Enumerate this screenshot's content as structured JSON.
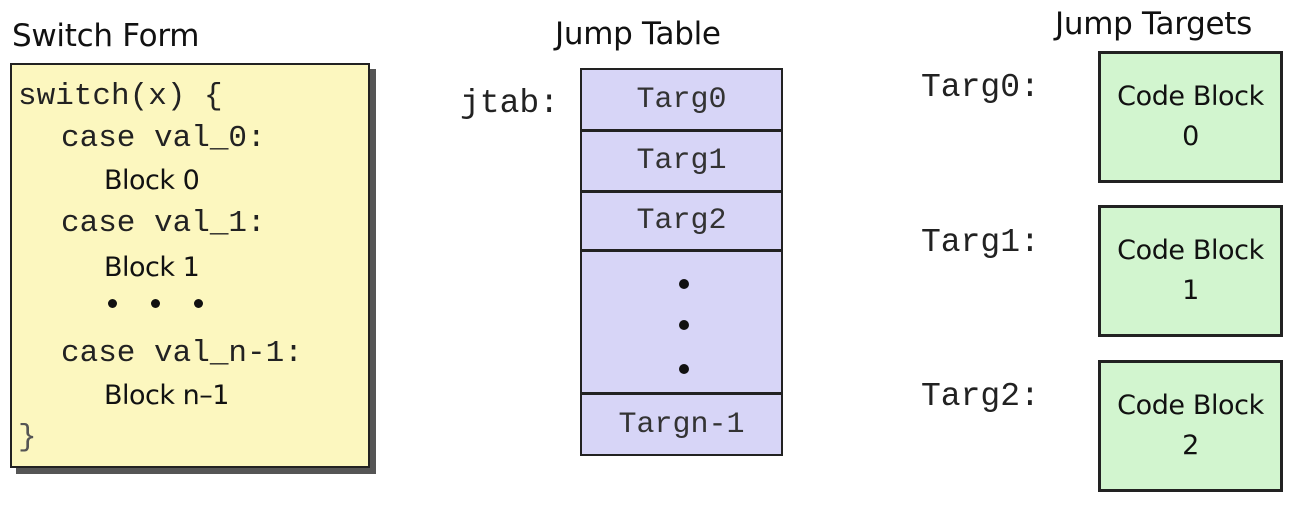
{
  "switch_form": {
    "title": "Switch Form",
    "line_switch": "switch(x) {",
    "case0": "case val_0:",
    "block0": "Block 0",
    "case1": "case val_1:",
    "block1": "Block 1",
    "case_last": "case val_n-1:",
    "block_last": "Block n–1",
    "closing": "}"
  },
  "jump_table": {
    "title": "Jump Table",
    "label": "jtab:",
    "entries": [
      "Targ0",
      "Targ1",
      "Targ2"
    ],
    "last_entry": "Targn-1"
  },
  "jump_targets": {
    "title": "Jump Targets",
    "items": [
      {
        "label": "Targ0:",
        "block_text": "Code Block",
        "block_num": "0"
      },
      {
        "label": "Targ1:",
        "block_text": "Code Block",
        "block_num": "1"
      },
      {
        "label": "Targ2:",
        "block_text": "Code Block",
        "block_num": "2"
      }
    ]
  },
  "colors": {
    "switch_fill": "#fcf7bf",
    "table_fill": "#d7d5f7",
    "block_fill": "#d2f5cf"
  }
}
